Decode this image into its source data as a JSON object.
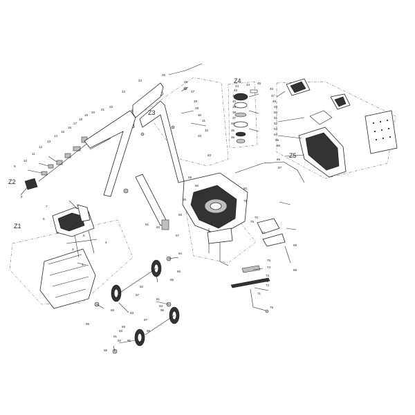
{
  "groups": [
    "Z1",
    "Z2",
    "Z3",
    "Z4",
    "Z5"
  ],
  "callouts": [
    "1",
    "2",
    "3",
    "4",
    "5",
    "6",
    "7",
    "8",
    "9",
    "10",
    "11",
    "12",
    "13",
    "14",
    "15",
    "16",
    "17",
    "18",
    "19",
    "20",
    "21",
    "22",
    "23",
    "24",
    "25",
    "26",
    "27",
    "28",
    "29",
    "30",
    "31",
    "32",
    "33",
    "34",
    "35",
    "36",
    "37",
    "38",
    "39",
    "40",
    "41",
    "42",
    "43",
    "44",
    "45",
    "46",
    "47",
    "48",
    "49",
    "50",
    "51",
    "52",
    "53",
    "54",
    "55",
    "56",
    "57",
    "58",
    "59",
    "60",
    "61",
    "62",
    "63",
    "64",
    "65",
    "66",
    "67",
    "68",
    "69",
    "70",
    "71",
    "72",
    "73",
    "74",
    "75",
    "76",
    "77",
    "78",
    "79",
    "80",
    "81",
    "82",
    "83",
    "84",
    "85",
    "86",
    "87",
    "88",
    "89",
    "90",
    "91",
    "92",
    "93",
    "94",
    "95",
    "96",
    "97",
    "98",
    "99"
  ]
}
